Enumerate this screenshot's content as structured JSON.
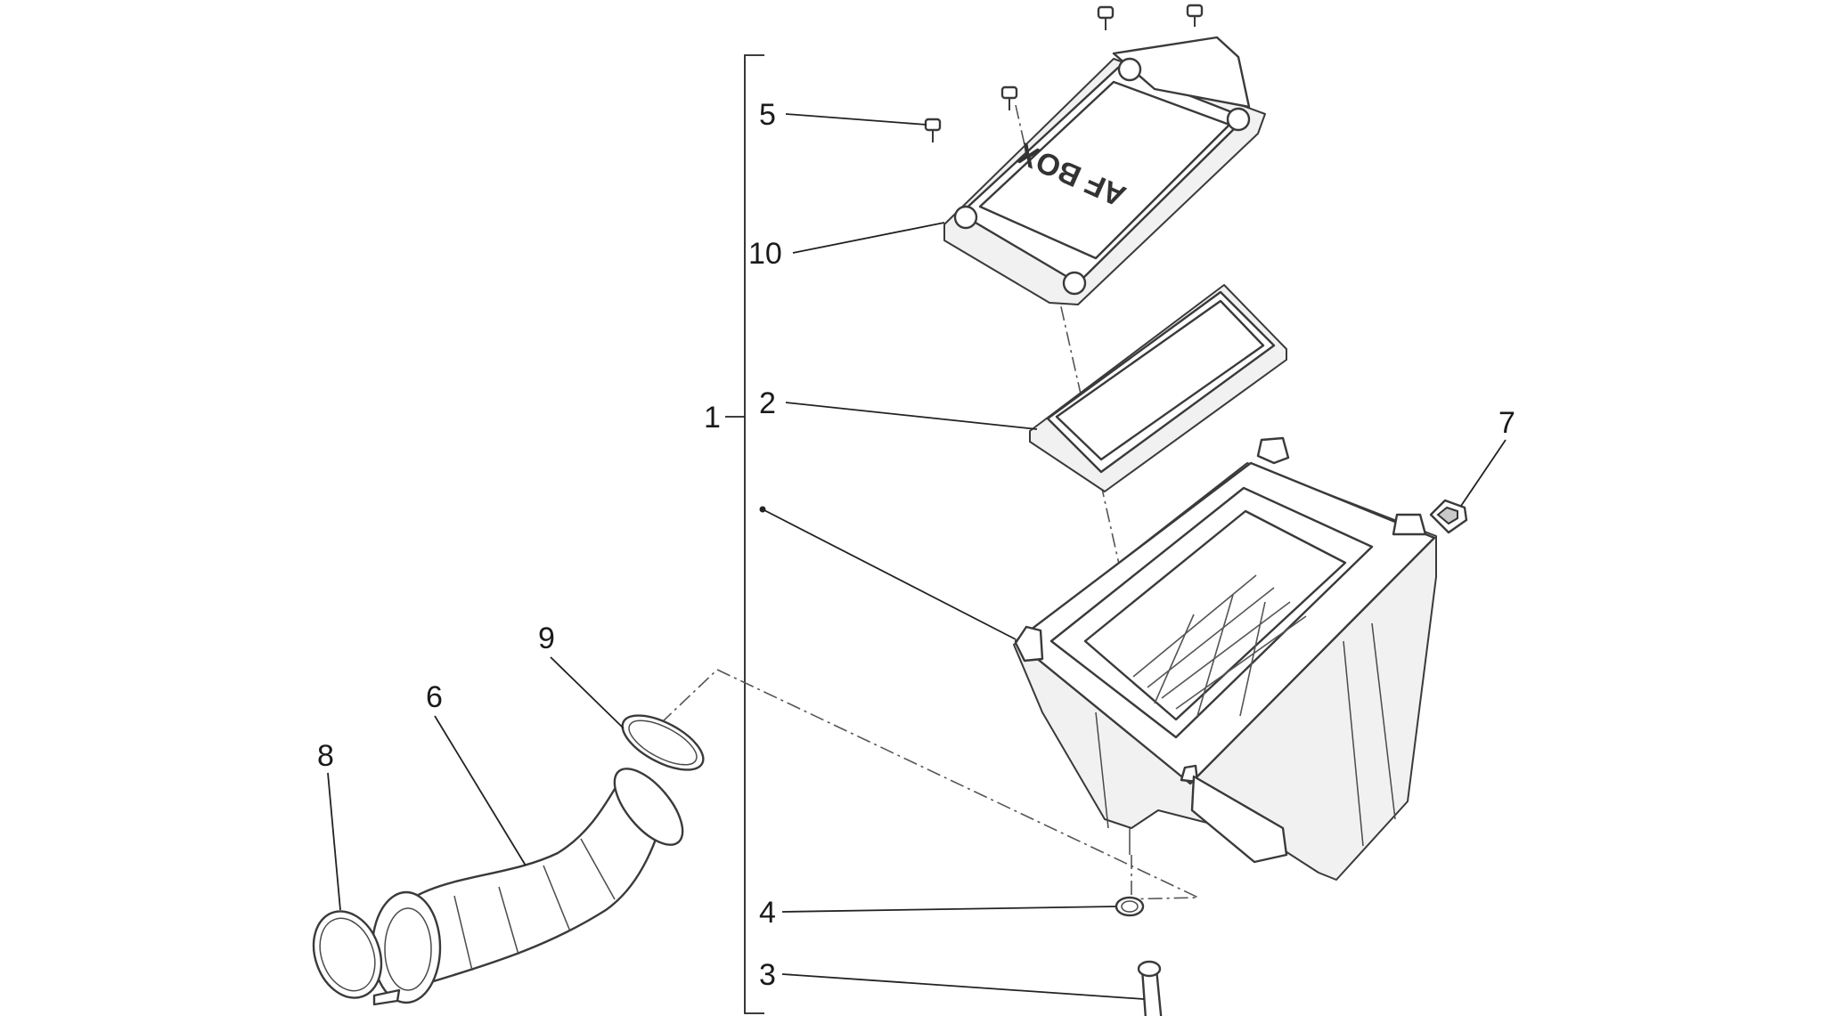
{
  "diagram": {
    "background": "#ffffff",
    "line_color": "#333333",
    "cover_stamp": "AF BOX",
    "callouts": [
      {
        "id": "1",
        "label": "1"
      },
      {
        "id": "2",
        "label": "2"
      },
      {
        "id": "3",
        "label": "3"
      },
      {
        "id": "4",
        "label": "4"
      },
      {
        "id": "5",
        "label": "5"
      },
      {
        "id": "6",
        "label": "6"
      },
      {
        "id": "7",
        "label": "7"
      },
      {
        "id": "8",
        "label": "8"
      },
      {
        "id": "9",
        "label": "9"
      },
      {
        "id": "10",
        "label": "10"
      }
    ]
  }
}
